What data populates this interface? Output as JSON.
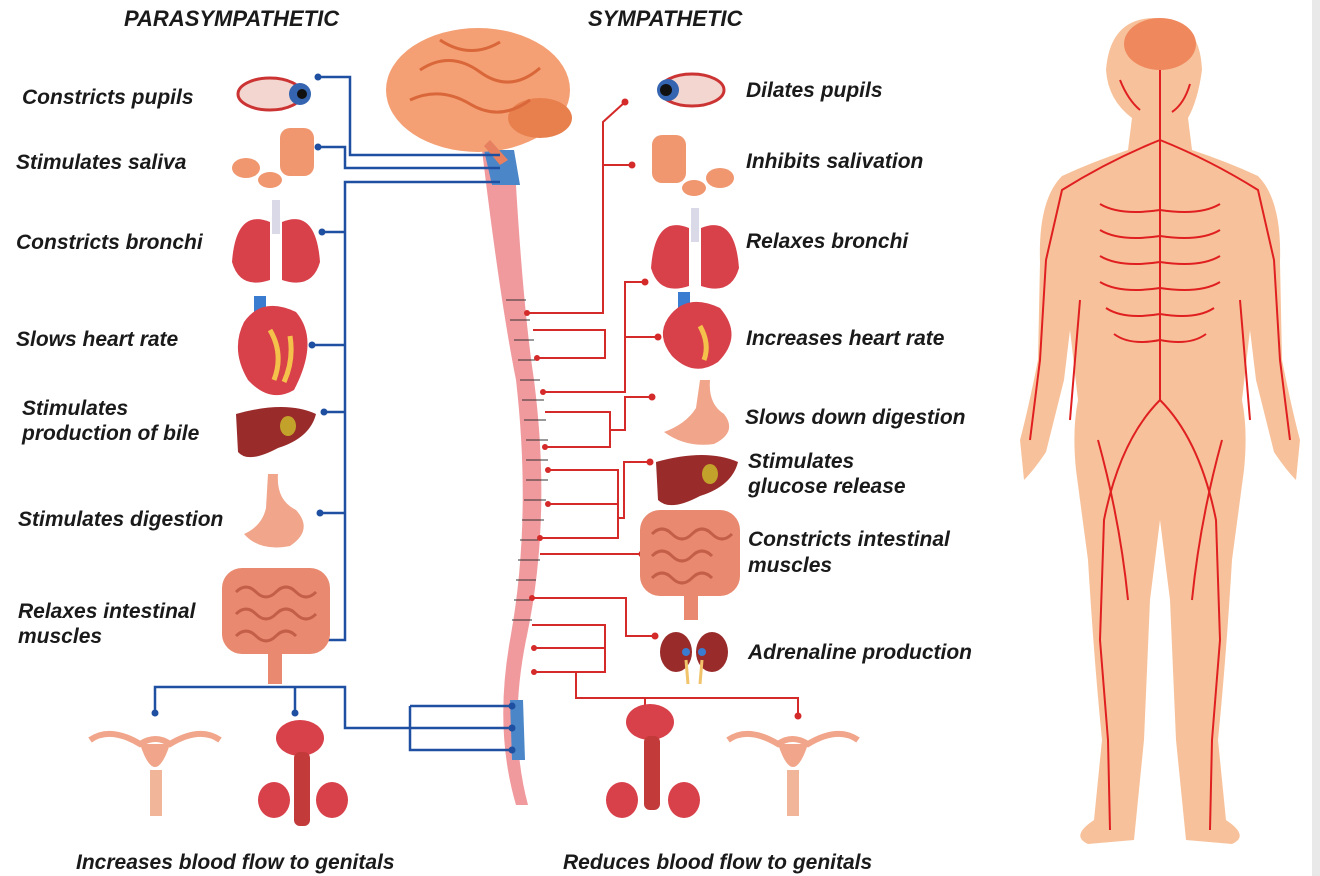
{
  "headers": {
    "parasympathetic": "PARASYMPATHETIC",
    "sympathetic": "SYMPATHETIC"
  },
  "parasympathetic": [
    "Constricts pupils",
    "Stimulates saliva",
    "Constricts bronchi",
    "Slows heart rate",
    "Stimulates",
    "production of bile",
    "Stimulates digestion",
    "Relaxes intestinal",
    "muscles"
  ],
  "sympathetic": [
    "Dilates pupils",
    "Inhibits salivation",
    "Relaxes bronchi",
    "Increases heart rate",
    "Slows down digestion",
    "Stimulates",
    "glucose release",
    "Constricts intestinal",
    "muscles",
    "Adrenaline production"
  ],
  "footer": {
    "parasympathetic": "Increases blood flow to genitals",
    "sympathetic": "Reduces blood flow to genitals"
  },
  "colors": {
    "parasympathetic": "#1f4fa0",
    "sympathetic": "#d42a2a",
    "spine": "#f09a9e",
    "skin": "#f7c29b",
    "nerve": "#e02020",
    "organ": "#d8404a"
  }
}
